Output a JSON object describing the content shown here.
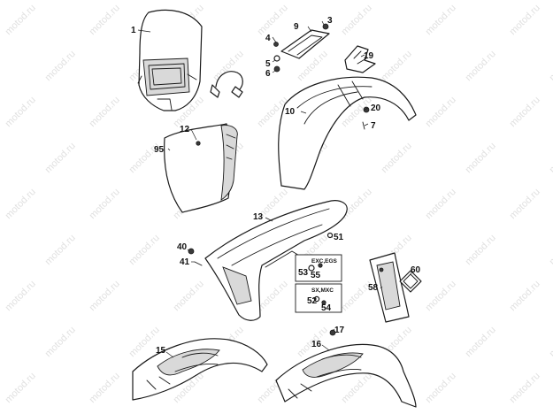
{
  "watermark": {
    "text": "motod.ru"
  },
  "callouts": {
    "p1": "1",
    "p3": "3",
    "p4": "4",
    "p5": "5",
    "p6": "6",
    "p7": "7",
    "p9": "9",
    "p10": "10",
    "p12": "12",
    "p13": "13",
    "p15": "15",
    "p16": "16",
    "p17": "17",
    "p19": "19",
    "p20": "20",
    "p40": "40",
    "p41": "41",
    "p51": "51",
    "p52": "52",
    "p53": "53",
    "p54": "54",
    "p55": "55",
    "p58": "58",
    "p60": "60",
    "p95": "95"
  },
  "boxes": {
    "exc_label": "EXC,EGS",
    "sx_label": "SX,MXC"
  }
}
